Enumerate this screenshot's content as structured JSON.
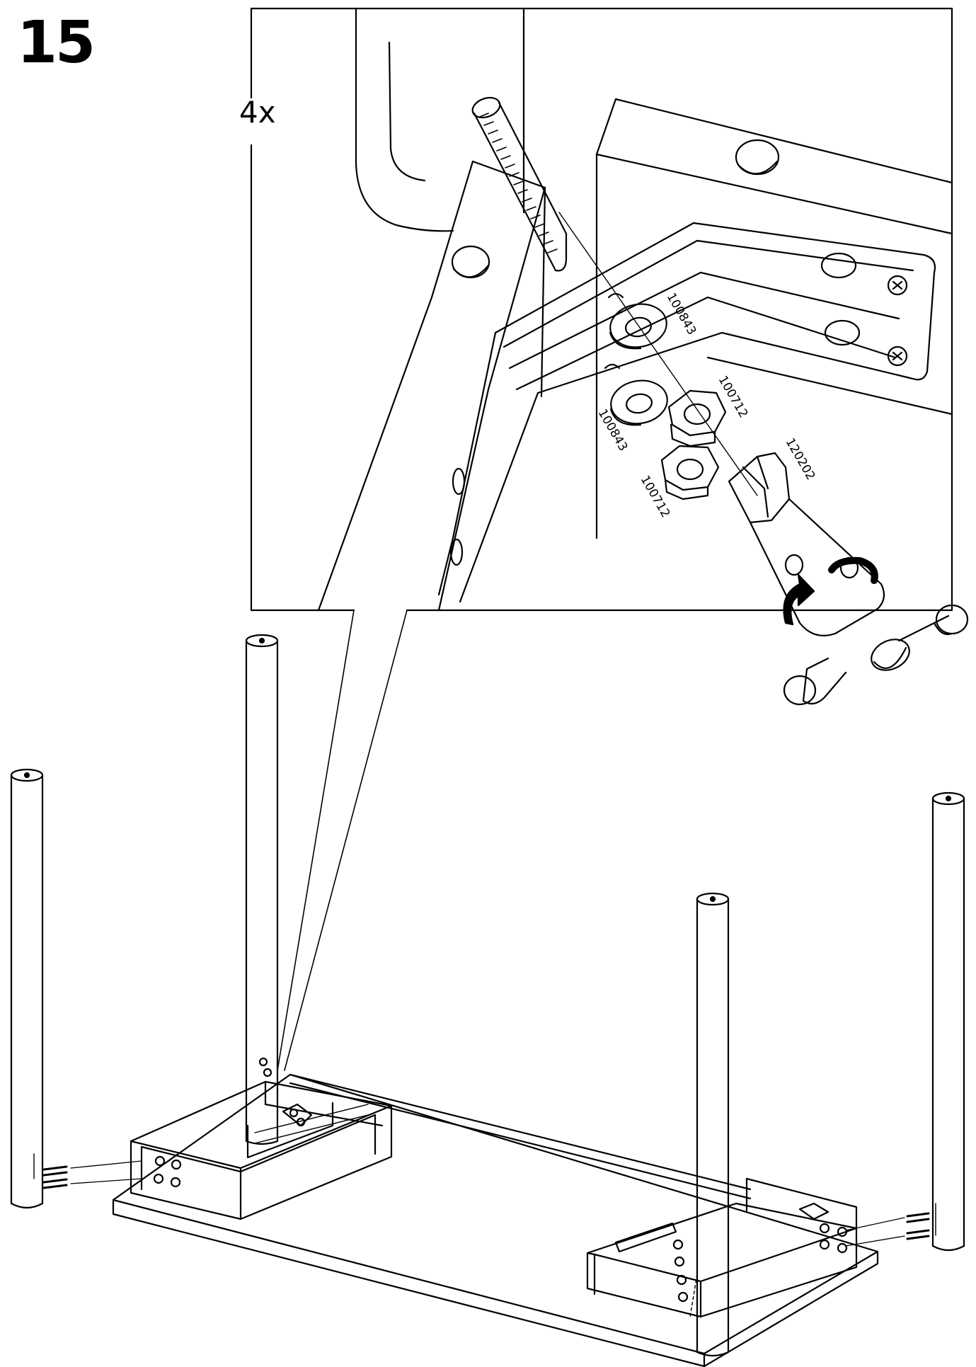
{
  "step": {
    "number": "15",
    "quantity": "4x"
  },
  "parts": [
    {
      "id": "100843"
    },
    {
      "id": "100712"
    },
    {
      "id": "100843"
    },
    {
      "id": "100712"
    },
    {
      "id": "120202"
    }
  ],
  "colors": {
    "line": "#000000",
    "paper": "#ffffff"
  },
  "icons": [
    "bolt-icon",
    "washer-icon",
    "nut-icon",
    "socket-wrench-icon",
    "rotation-arrow-icon",
    "table-leg-icon"
  ]
}
